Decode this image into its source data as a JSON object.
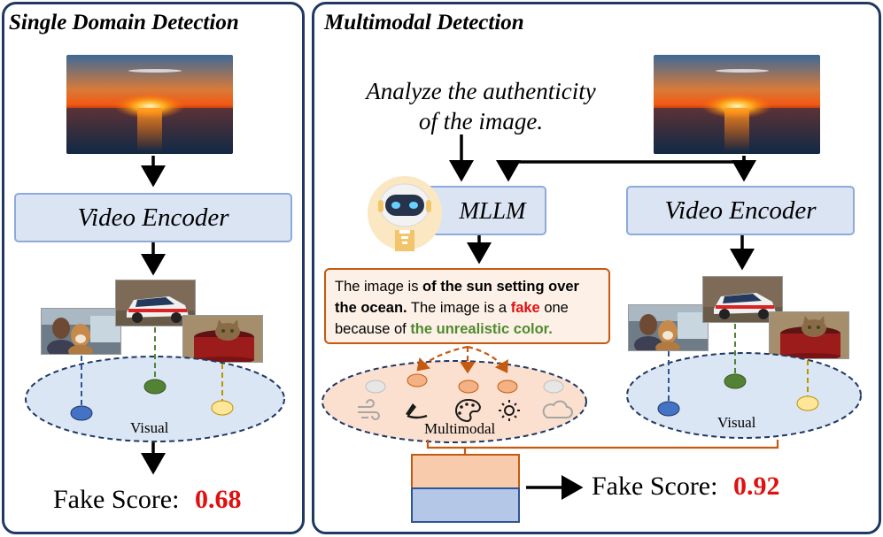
{
  "left_panel": {
    "title": "Single Domain Detection",
    "encoder_label": "Video Encoder",
    "space_label": "Visual",
    "score_label": "Fake Score:",
    "score_value": "0.68"
  },
  "right_panel": {
    "title": "Multimodal Detection",
    "prompt_line1": "Analyze the authenticity",
    "prompt_line2": "of the image.",
    "mllm_label": "MLLM",
    "encoder_label": "Video Encoder",
    "description": {
      "part1": "The image is ",
      "part2_bold": "of the sun setting over the ocean.",
      "part3": " The image is a ",
      "part4_fake": "fake",
      "part5": " one because of ",
      "part6_green": "the unrealistic color."
    },
    "multimodal_label": "Multimodal",
    "visual_label": "Visual",
    "score_label": "Fake Score:",
    "score_value": "0.92"
  },
  "icons": [
    "robot-icon",
    "wind-icon",
    "brush-stroke-icon",
    "palette-icon",
    "sun-icon",
    "cloud-icon"
  ],
  "colors": {
    "panel_border": "#1f3864",
    "encoder_fill": "#dbe4f3",
    "orange": "#c55a11",
    "orange_fill": "#f4b183",
    "score_red": "#e01010",
    "blue_node": "#4472c4",
    "green_node": "#548235",
    "yellow_node": "#ffe699"
  }
}
